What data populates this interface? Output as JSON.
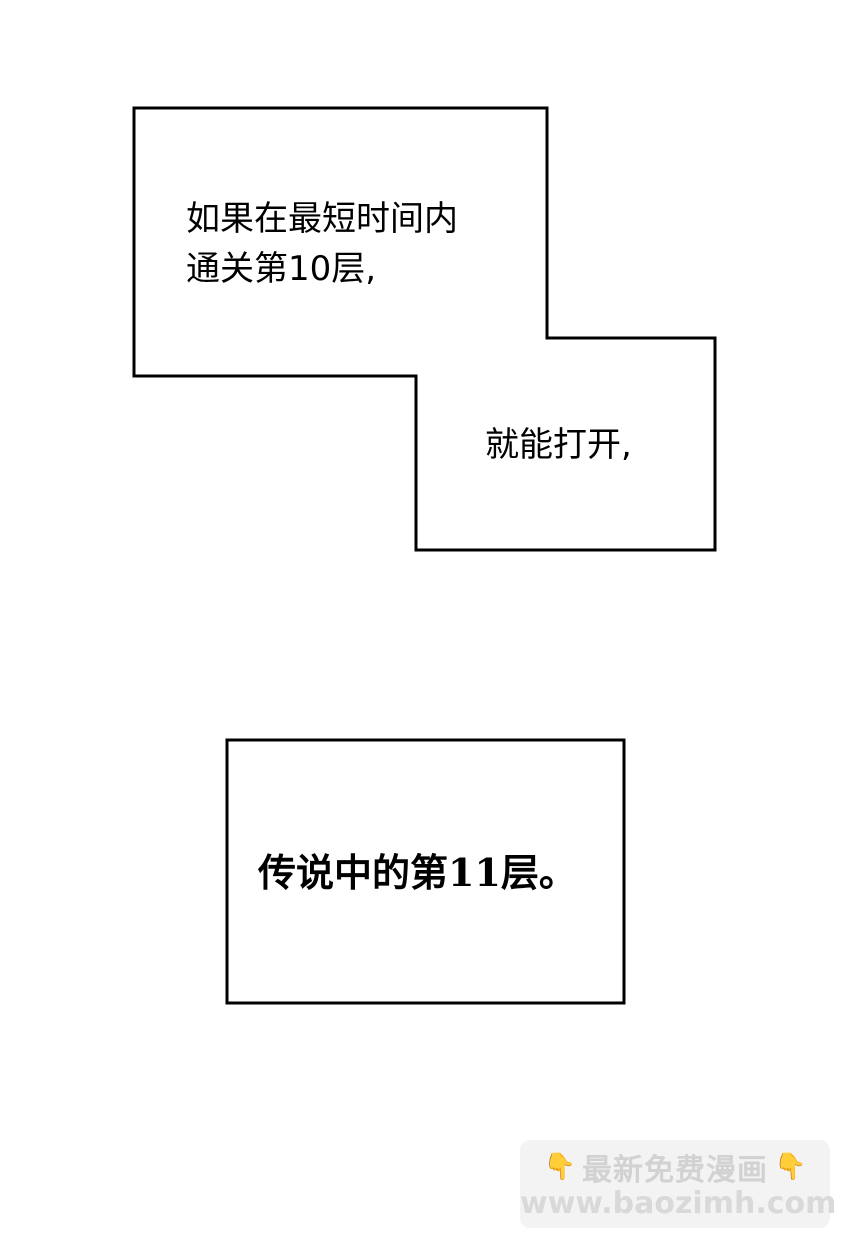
{
  "panels": {
    "caption_1": {
      "lines": [
        "如果在最短时间内",
        "通关第10层,"
      ]
    },
    "caption_2": {
      "text": "就能打开,"
    },
    "caption_3": {
      "text": "传说中的第11层。"
    }
  },
  "watermark": {
    "title": "最新免费漫画",
    "url": "www.baozimh.com",
    "icon_left": "pointing-down-hand-icon",
    "icon_right": "pointing-down-hand-icon",
    "accent_color": "#f5b800"
  }
}
